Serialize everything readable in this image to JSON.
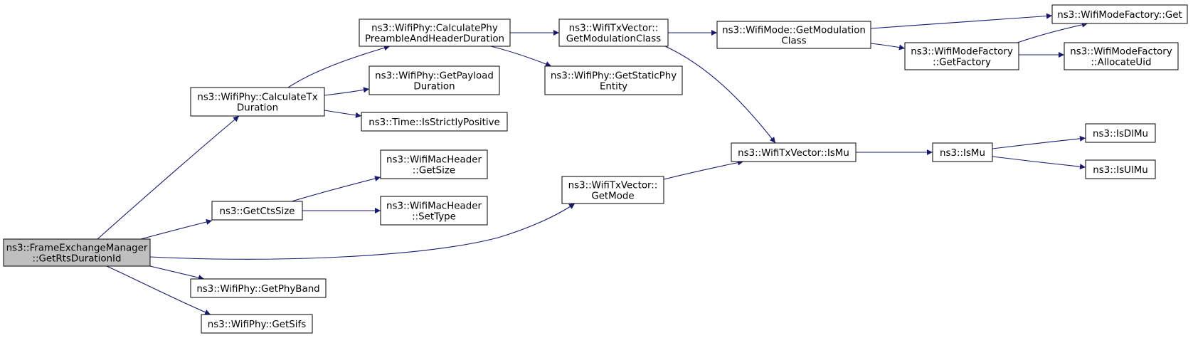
{
  "colors": {
    "edge": "#191970",
    "root_fill": "#bfbfbf",
    "node_fill": "#ffffff",
    "node_border": "#000000"
  },
  "nodes": [
    {
      "id": "root",
      "lines": [
        "ns3::FrameExchangeManager",
        "::GetRtsDurationId"
      ],
      "root": true
    },
    {
      "id": "calcTx",
      "lines": [
        "ns3::WifiPhy::CalculateTx",
        "Duration"
      ]
    },
    {
      "id": "calcPre",
      "lines": [
        "ns3::WifiPhy::CalculatePhy",
        "PreambleAndHeaderDuration"
      ]
    },
    {
      "id": "payload",
      "lines": [
        "ns3::WifiPhy::GetPayload",
        "Duration"
      ]
    },
    {
      "id": "strict",
      "lines": [
        "ns3::Time::IsStrictlyPositive"
      ]
    },
    {
      "id": "modClass",
      "lines": [
        "ns3::WifiTxVector::",
        "GetModulationClass"
      ]
    },
    {
      "id": "staticPhy",
      "lines": [
        "ns3::WifiPhy::GetStaticPhy",
        "Entity"
      ]
    },
    {
      "id": "modeModClass",
      "lines": [
        "ns3::WifiMode::GetModulation",
        "Class"
      ]
    },
    {
      "id": "factGet",
      "lines": [
        "ns3::WifiModeFactory::Get"
      ]
    },
    {
      "id": "factGetFactory",
      "lines": [
        "ns3::WifiModeFactory",
        "::GetFactory"
      ]
    },
    {
      "id": "factAlloc",
      "lines": [
        "ns3::WifiModeFactory",
        "::AllocateUid"
      ]
    },
    {
      "id": "macGetSize",
      "lines": [
        "ns3::WifiMacHeader",
        "::GetSize"
      ]
    },
    {
      "id": "ctsSize",
      "lines": [
        "ns3::GetCtsSize"
      ]
    },
    {
      "id": "macSetType",
      "lines": [
        "ns3::WifiMacHeader",
        "::SetType"
      ]
    },
    {
      "id": "getMode",
      "lines": [
        "ns3::WifiTxVector::",
        "GetMode"
      ]
    },
    {
      "id": "txIsMu",
      "lines": [
        "ns3::WifiTxVector::IsMu"
      ]
    },
    {
      "id": "isMu",
      "lines": [
        "ns3::IsMu"
      ]
    },
    {
      "id": "isDlMu",
      "lines": [
        "ns3::IsDlMu"
      ]
    },
    {
      "id": "isUlMu",
      "lines": [
        "ns3::IsUlMu"
      ]
    },
    {
      "id": "phyBand",
      "lines": [
        "ns3::WifiPhy::GetPhyBand"
      ]
    },
    {
      "id": "sifs",
      "lines": [
        "ns3::WifiPhy::GetSifs"
      ]
    }
  ],
  "edges": [
    {
      "from": "root",
      "to": "calcTx"
    },
    {
      "from": "root",
      "to": "ctsSize"
    },
    {
      "from": "root",
      "to": "getMode"
    },
    {
      "from": "root",
      "to": "phyBand"
    },
    {
      "from": "root",
      "to": "sifs"
    },
    {
      "from": "calcTx",
      "to": "calcPre"
    },
    {
      "from": "calcTx",
      "to": "payload"
    },
    {
      "from": "calcTx",
      "to": "strict"
    },
    {
      "from": "calcPre",
      "to": "modClass"
    },
    {
      "from": "calcPre",
      "to": "staticPhy"
    },
    {
      "from": "modClass",
      "to": "modeModClass"
    },
    {
      "from": "modClass",
      "to": "txIsMu"
    },
    {
      "from": "modeModClass",
      "to": "factGet"
    },
    {
      "from": "modeModClass",
      "to": "factGetFactory"
    },
    {
      "from": "factGetFactory",
      "to": "factGet"
    },
    {
      "from": "factGetFactory",
      "to": "factAlloc"
    },
    {
      "from": "ctsSize",
      "to": "macGetSize"
    },
    {
      "from": "ctsSize",
      "to": "macSetType"
    },
    {
      "from": "getMode",
      "to": "txIsMu"
    },
    {
      "from": "txIsMu",
      "to": "isMu"
    },
    {
      "from": "isMu",
      "to": "isDlMu"
    },
    {
      "from": "isMu",
      "to": "isUlMu"
    }
  ]
}
